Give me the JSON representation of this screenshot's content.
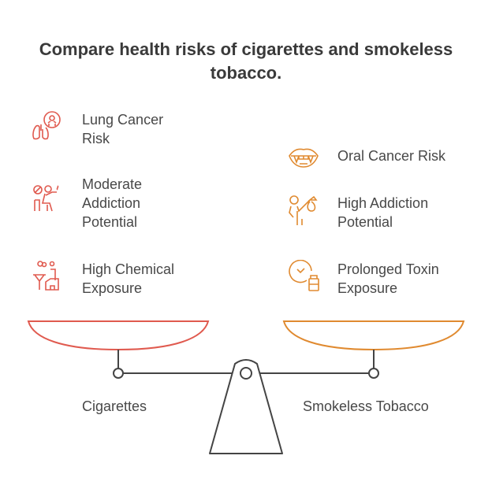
{
  "title": "Compare health risks of cigarettes and smokeless tobacco.",
  "colors": {
    "cigarettes": "#e05a4f",
    "smokeless": "#e08a30"
  },
  "left": {
    "label": "Cigarettes",
    "items": [
      {
        "label": "Lung Cancer Risk",
        "icon": "lungs-icon"
      },
      {
        "label": "Moderate Addiction Potential",
        "icon": "smoker-icon"
      },
      {
        "label": "High Chemical Exposure",
        "icon": "factory-icon"
      }
    ]
  },
  "right": {
    "label": "Smokeless Tobacco",
    "items": [
      {
        "label": "Oral Cancer Risk",
        "icon": "mouth-icon"
      },
      {
        "label": "High Addiction Potential",
        "icon": "person-bag-icon"
      },
      {
        "label": "Prolonged Toxin Exposure",
        "icon": "clock-bottle-icon"
      }
    ]
  }
}
